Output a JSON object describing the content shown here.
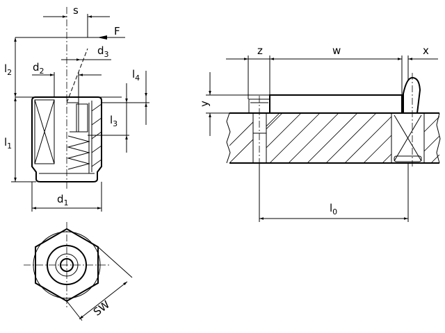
{
  "labels": {
    "s": {
      "main": "s"
    },
    "F": {
      "main": "F"
    },
    "d3": {
      "main": "d",
      "sub": "3"
    },
    "d2": {
      "main": "d",
      "sub": "2"
    },
    "d1": {
      "main": "d",
      "sub": "1"
    },
    "l1": {
      "main": "l",
      "sub": "1"
    },
    "l2": {
      "main": "l",
      "sub": "2"
    },
    "l3": {
      "main": "l",
      "sub": "3"
    },
    "l4": {
      "main": "l",
      "sub": "4"
    },
    "SW": {
      "main": "SW"
    },
    "z": {
      "main": "z"
    },
    "w": {
      "main": "w"
    },
    "x": {
      "main": "x"
    },
    "y": {
      "main": "y"
    },
    "l0": {
      "main": "l",
      "sub": "0"
    }
  }
}
